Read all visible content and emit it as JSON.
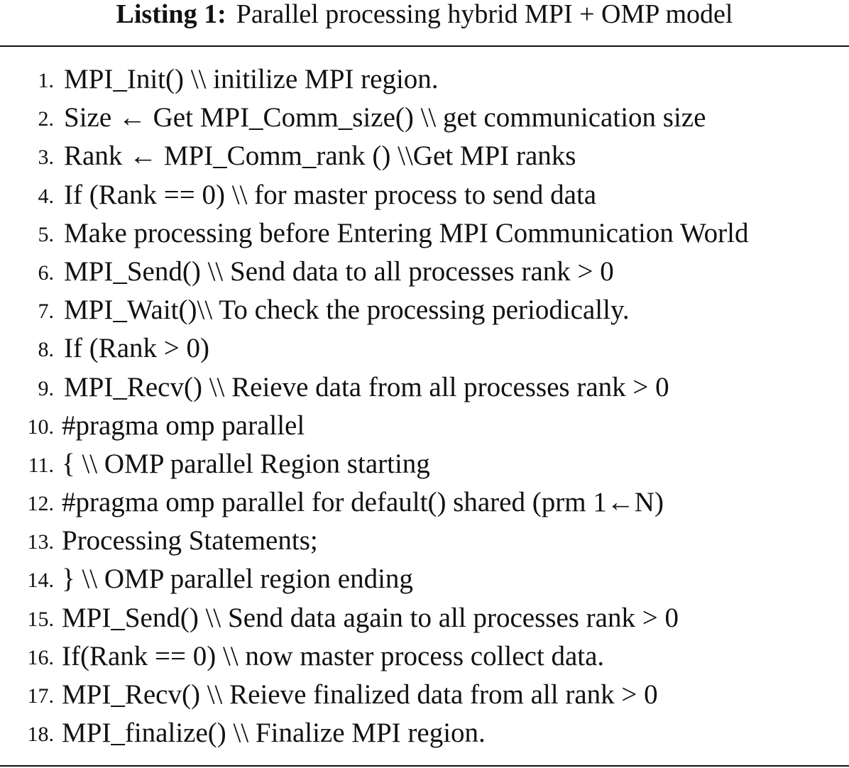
{
  "caption": {
    "label": "Listing 1:",
    "title": "Parallel processing hybrid MPI + OMP model"
  },
  "lines": [
    {
      "num": "1.",
      "text": "MPI_Init() \\\\ initilize MPI region."
    },
    {
      "num": "2.",
      "text": "Size ← Get MPI_Comm_size() \\\\ get communication size"
    },
    {
      "num": "3.",
      "text": "Rank ← MPI_Comm_rank () \\\\Get MPI ranks"
    },
    {
      "num": "4.",
      "text": "If (Rank == 0) \\\\ for master process to send data"
    },
    {
      "num": "5.",
      "text": "Make processing before Entering MPI Communication World"
    },
    {
      "num": "6.",
      "text": "MPI_Send() \\\\ Send data to all processes rank > 0"
    },
    {
      "num": "7.",
      "text": "MPI_Wait()\\\\ To check the processing periodically."
    },
    {
      "num": "8.",
      "text": "If (Rank > 0)"
    },
    {
      "num": "9.",
      "text": "MPI_Recv() \\\\ Reieve data from all processes rank > 0"
    },
    {
      "num": "10.",
      "text": "#pragma omp parallel"
    },
    {
      "num": "11.",
      "text": "{ \\\\ OMP parallel Region starting"
    },
    {
      "num": "12.",
      "text": "#pragma omp parallel for default() shared (prm 1←N)"
    },
    {
      "num": "13.",
      "text": "Processing Statements;"
    },
    {
      "num": "14.",
      "text": "} \\\\ OMP parallel region ending"
    },
    {
      "num": "15.",
      "text": "MPI_Send() \\\\ Send data again to all processes rank > 0"
    },
    {
      "num": "16.",
      "text": "If(Rank == 0) \\\\ now master process collect data."
    },
    {
      "num": "17.",
      "text": "MPI_Recv() \\\\ Reieve finalized data from all rank > 0"
    },
    {
      "num": "18.",
      "text": "MPI_finalize() \\\\ Finalize MPI region."
    }
  ]
}
